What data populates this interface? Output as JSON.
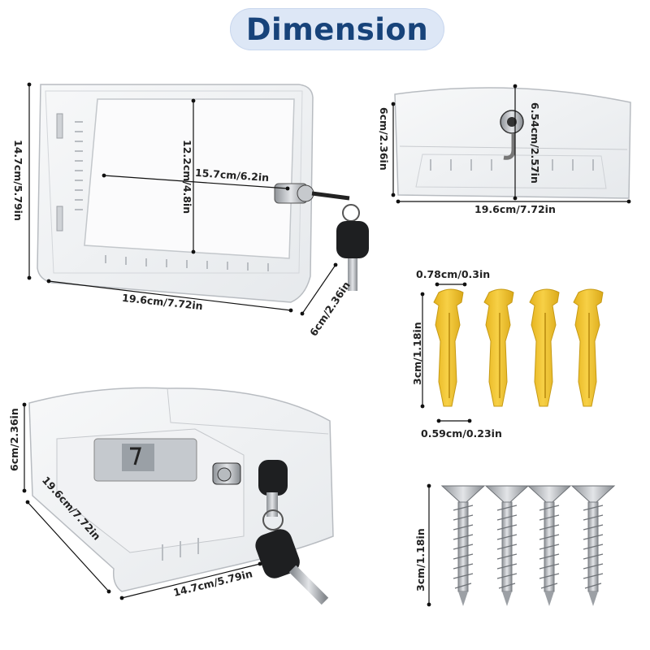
{
  "title": "Dimension",
  "front_view": {
    "height": "14.7cm/5.79in",
    "width": "19.6cm/7.72in",
    "depth": "6cm/2.36in",
    "inner_width": "15.7cm/6.2in",
    "inner_height": "12.2cm/4.8in"
  },
  "top_view": {
    "depth": "6cm/2.36in",
    "width": "19.6cm/7.72in",
    "lock_height": "6.54cm/2.57in"
  },
  "anchors": {
    "top_width": "0.78cm/0.3in",
    "length": "3cm/1.18in",
    "bottom_width": "0.59cm/0.23in",
    "color": "#f2c531"
  },
  "perspective_view": {
    "depth": "6cm/2.36in",
    "width": "19.6cm/7.72in",
    "height": "14.7cm/5.79in"
  },
  "screws": {
    "length": "3cm/1.18in",
    "color": "#b9bcc0"
  }
}
